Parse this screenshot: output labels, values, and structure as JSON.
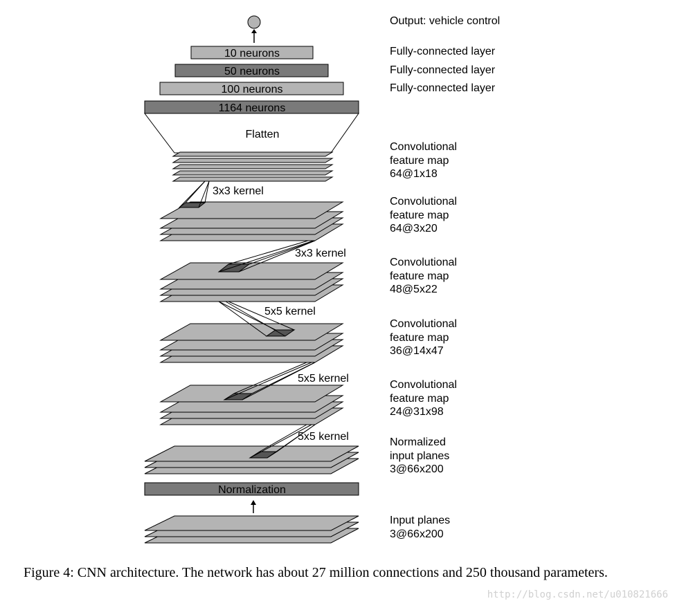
{
  "output": {
    "label": "Output: vehicle control"
  },
  "fc_layers": [
    {
      "text": "10 neurons",
      "label": "Fully-connected layer",
      "fill": "#b4b4b4"
    },
    {
      "text": "50 neurons",
      "label": "Fully-connected layer",
      "fill": "#7a7a7a"
    },
    {
      "text": "100 neurons",
      "label": "Fully-connected layer",
      "fill": "#b4b4b4"
    },
    {
      "text": "1164 neurons",
      "fill": "#7a7a7a"
    }
  ],
  "flatten": "Flatten",
  "conv_maps": [
    {
      "line1": "Convolutional",
      "line2": "feature map",
      "line3": "64@1x18"
    },
    {
      "line1": "Convolutional",
      "line2": "feature map",
      "line3": "64@3x20"
    },
    {
      "line1": "Convolutional",
      "line2": "feature map",
      "line3": "48@5x22"
    },
    {
      "line1": "Convolutional",
      "line2": "feature map",
      "line3": "36@14x47"
    },
    {
      "line1": "Convolutional",
      "line2": "feature map",
      "line3": "24@31x98"
    }
  ],
  "kernels": [
    "3x3 kernel",
    "3x3 kernel",
    "5x5 kernel",
    "5x5 kernel",
    "5x5 kernel"
  ],
  "normalized": {
    "line1": "Normalized",
    "line2": "input planes",
    "line3": "3@66x200"
  },
  "normalization": "Normalization",
  "input": {
    "line1": "Input planes",
    "line2": "3@66x200"
  },
  "caption": "Figure 4: CNN architecture. The network has about 27 million connections and 250 thousand parameters.",
  "watermark": "http://blog.csdn.net/u010821666",
  "colors": {
    "plane": "#b4b4b4",
    "dark": "#7a7a7a",
    "patch": "#555555"
  }
}
